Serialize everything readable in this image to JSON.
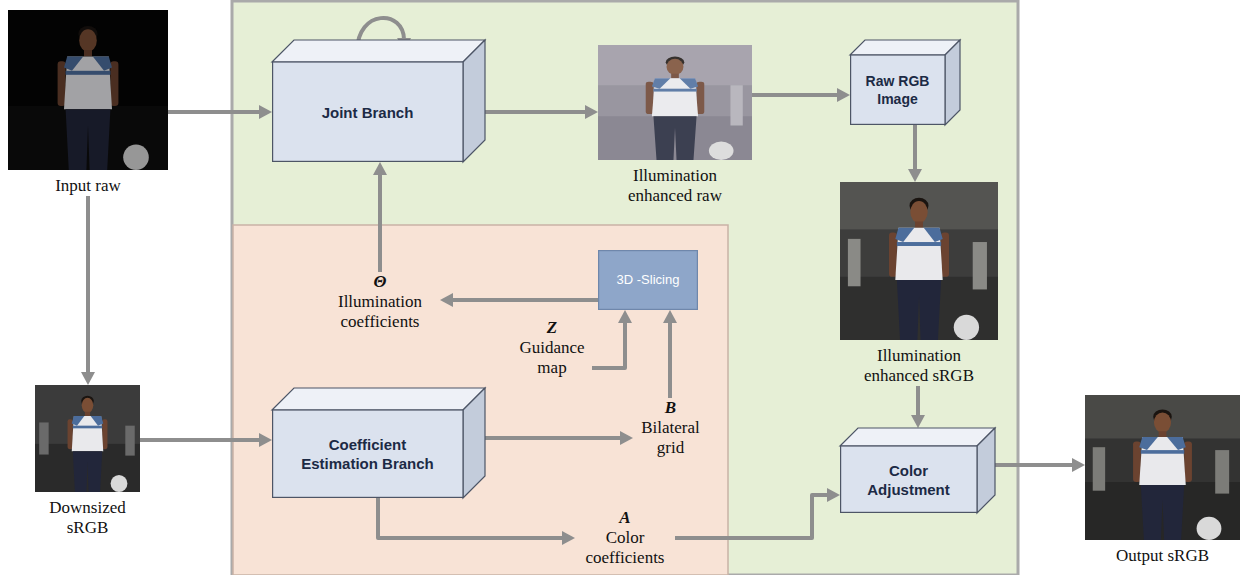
{
  "diagram": {
    "nodes": [
      {
        "text": [
          "Input raw"
        ]
      },
      {
        "text": [
          "Joint Branch"
        ]
      },
      {
        "text": [
          "Illumination enhanced raw"
        ]
      },
      {
        "text": [
          "Raw RGB Image"
        ]
      },
      {
        "text": [
          "Illumination enhanced sRGB"
        ]
      },
      {
        "text": [
          "Θ",
          "Illumination coefficients"
        ]
      },
      {
        "text": [
          "3D -Slicing"
        ]
      },
      {
        "text": [
          "Z",
          "Guidance map"
        ]
      },
      {
        "text": [
          "B",
          "Bilateral grid"
        ]
      },
      {
        "text": [
          "Downsized sRGB"
        ]
      },
      {
        "text": [
          "Coefficient Estimation Branch"
        ]
      },
      {
        "text": [
          "A",
          "Color coefficients"
        ]
      },
      {
        "text": [
          "Color Adjustment"
        ]
      },
      {
        "text": [
          "Output sRGB"
        ]
      }
    ],
    "edges": [
      {
        "from": 0,
        "to": 1,
        "arrow": "to"
      },
      {
        "from": 1,
        "to": 1,
        "arrow": "to"
      },
      {
        "from": 1,
        "to": 2,
        "arrow": "to"
      },
      {
        "from": 2,
        "to": 3,
        "arrow": "to"
      },
      {
        "from": 3,
        "to": 4,
        "arrow": "to"
      },
      {
        "from": 4,
        "to": 12,
        "arrow": "to"
      },
      {
        "from": 12,
        "to": 13,
        "arrow": "to"
      },
      {
        "from": 0,
        "to": 9,
        "arrow": "to"
      },
      {
        "from": 9,
        "to": 10,
        "arrow": "to"
      },
      {
        "from": 10,
        "to": 8,
        "arrow": "to"
      },
      {
        "from": 10,
        "to": 11,
        "arrow": "to"
      },
      {
        "from": 11,
        "to": 12,
        "arrow": "to"
      },
      {
        "from": 7,
        "to": 6,
        "arrow": "to"
      },
      {
        "from": 8,
        "to": 6,
        "arrow": "to"
      },
      {
        "from": 6,
        "to": 5,
        "arrow": "to"
      },
      {
        "from": 5,
        "to": 1,
        "arrow": "to"
      }
    ]
  }
}
